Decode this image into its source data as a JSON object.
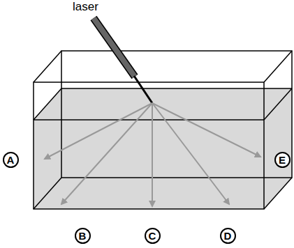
{
  "diagram": {
    "nodes": [
      {
        "text": [
          "A"
        ]
      },
      {
        "text": [
          "E"
        ]
      },
      {
        "text": [
          "B"
        ]
      },
      {
        "text": [
          "C"
        ]
      },
      {
        "text": [
          "D"
        ]
      }
    ],
    "labels": [
      "laser"
    ]
  }
}
